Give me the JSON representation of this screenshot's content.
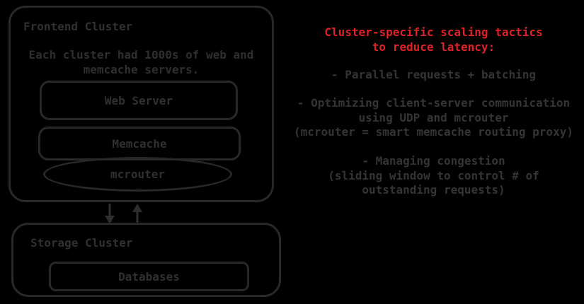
{
  "canvas": {
    "background": "#000000",
    "stroke_color": "#282828",
    "diagram_text_color": "#303030",
    "notes_text_color": "#343434",
    "accent_red": "#e02127"
  },
  "diagram": {
    "frontend": {
      "title": "Frontend Cluster",
      "description": "Each cluster had 1000s of web and\nmemcache servers.",
      "nodes": {
        "web_server": "Web Server",
        "memcache": "Memcache",
        "mcrouter": "mcrouter"
      }
    },
    "storage": {
      "title": "Storage Cluster",
      "nodes": {
        "databases": "Databases"
      }
    },
    "arrows": {
      "down": "frontend-to-storage",
      "up": "storage-to-frontend"
    }
  },
  "notes": {
    "heading": "Cluster-specific scaling tactics\nto reduce latency:",
    "bullets": [
      "- Parallel requests + batching",
      "- Optimizing client-server communication\nusing UDP and mcrouter\n(mcrouter = smart memcache routing proxy)",
      "- Managing congestion\n(sliding window to control # of\noutstanding requests)"
    ]
  }
}
